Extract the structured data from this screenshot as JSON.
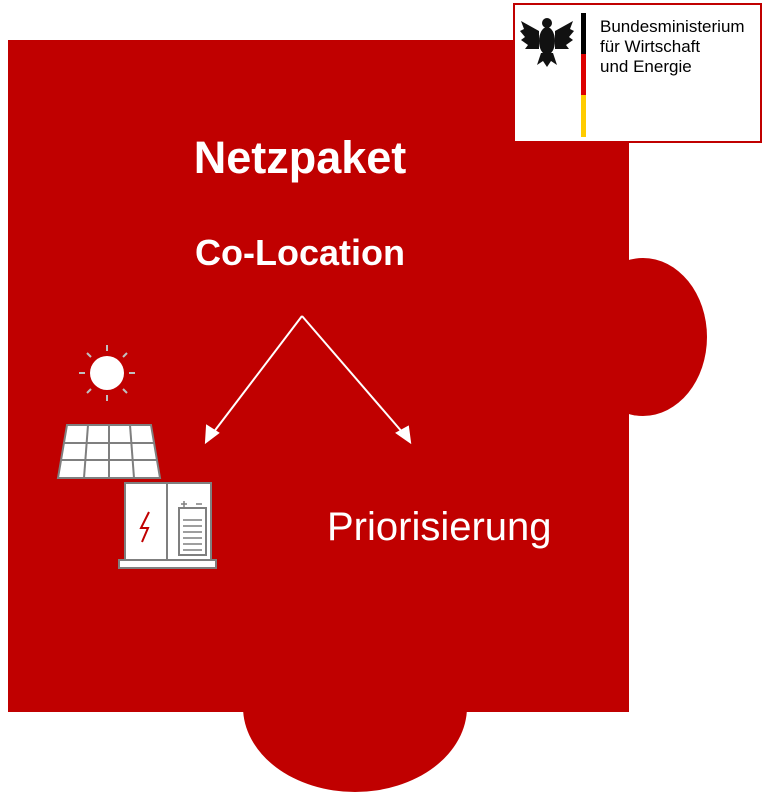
{
  "colors": {
    "puzzle_red": "#c00000",
    "text_white": "#ffffff",
    "icon_gray": "#7f7f7f",
    "flag_black": "#000000",
    "flag_red": "#dd0000",
    "flag_gold": "#ffcc00"
  },
  "title": "Netzpaket",
  "subtitle": "Co-Location",
  "branch_label": "Priorisierung",
  "icons": [
    "sun-icon",
    "solar-panel-icon",
    "battery-storage-icon"
  ],
  "logo": {
    "lines": [
      "Bundesministerium",
      "für Wirtschaft",
      "und Energie"
    ],
    "emblem": "federal-eagle-icon"
  }
}
